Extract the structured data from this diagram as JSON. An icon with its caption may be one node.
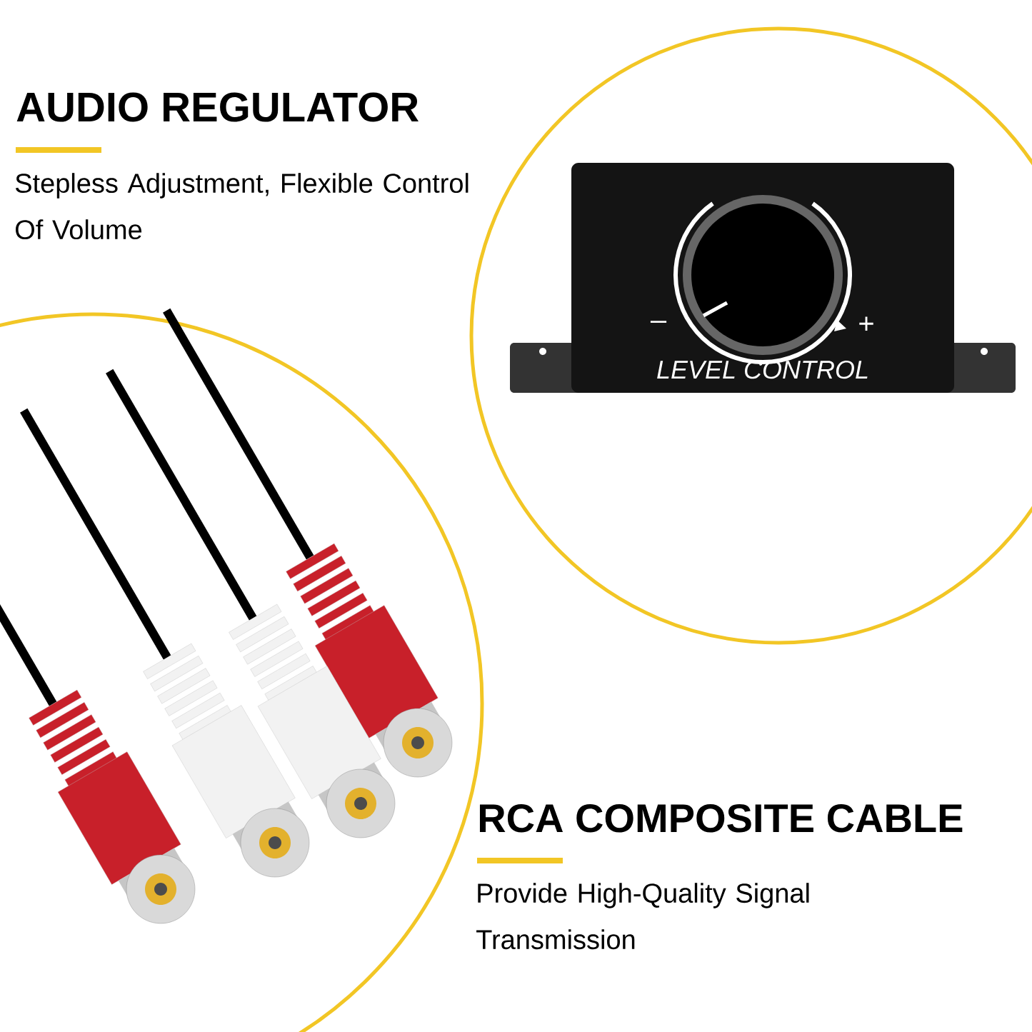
{
  "diagram": {
    "labels": [
      "AUDIO REGULATOR",
      "Stepless Adjustment, Flexible Control Of Volume",
      "–",
      "+",
      "LEVEL CONTROL",
      "RCA COMPOSITE CABLE",
      "Provide High-Quality Signal Transmission"
    ]
  }
}
